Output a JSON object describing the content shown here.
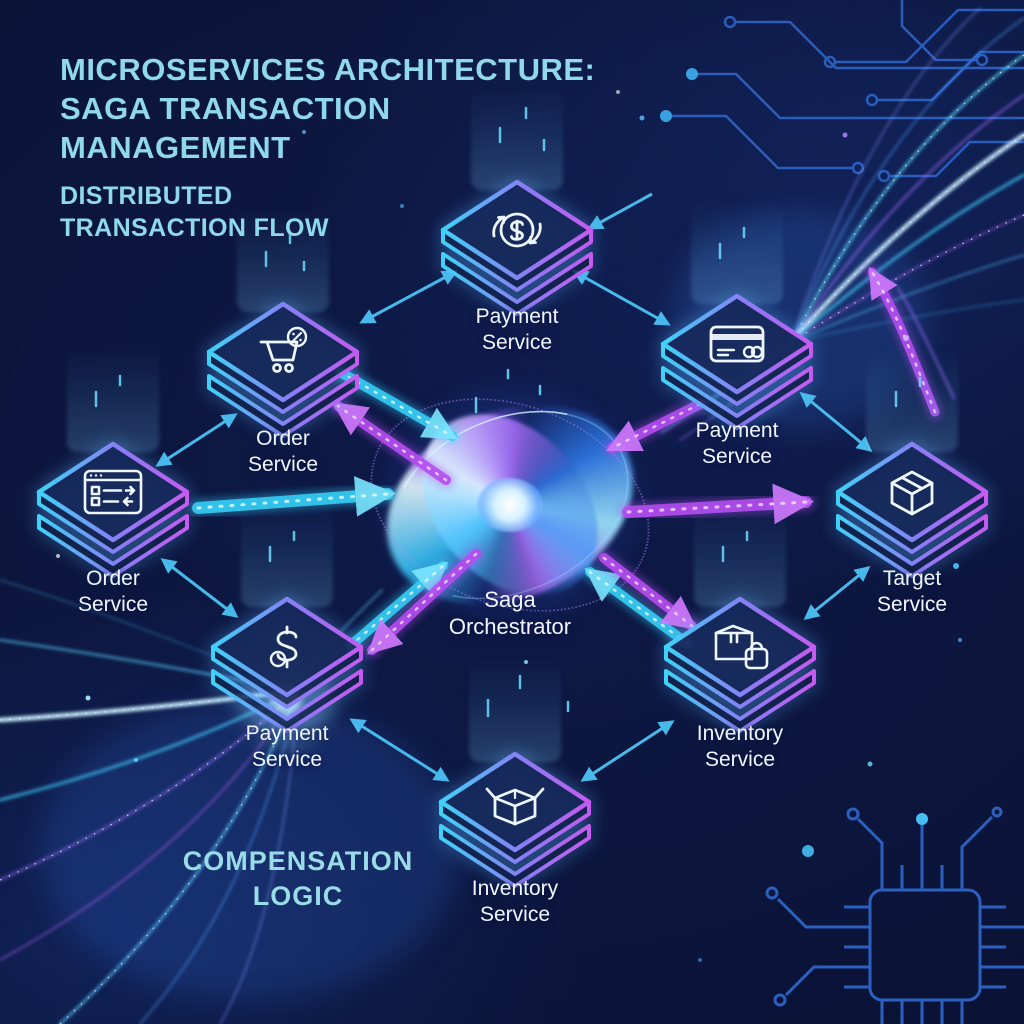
{
  "header": {
    "title_lines": [
      "MICROSERVICES ARCHITECTURE:",
      "SAGA TRANSACTION",
      "MANAGEMENT"
    ],
    "subtitle_lines": [
      "DISTRIBUTED",
      "TRANSACTION FLOW"
    ]
  },
  "center": {
    "id": "saga-orchestrator",
    "label": "Saga Orchestrator",
    "visual": "spiral-galaxy-vortex"
  },
  "nodes": [
    {
      "id": "payment-service-top",
      "label": "Payment Service",
      "icon": "currency-exchange-icon"
    },
    {
      "id": "order-service-upper-left",
      "label": "Order Service",
      "icon": "cart-discount-icon"
    },
    {
      "id": "payment-service-upper-right",
      "label": "Payment Service",
      "icon": "credit-card-icon"
    },
    {
      "id": "order-service-left",
      "label": "Order Service",
      "icon": "order-form-icon"
    },
    {
      "id": "target-service-right",
      "label": "Target Service",
      "icon": "package-box-icon"
    },
    {
      "id": "payment-service-lower-left",
      "label": "Payment Service",
      "icon": "dollar-coin-icon"
    },
    {
      "id": "inventory-service-lower-right",
      "label": "Inventory Service",
      "icon": "box-and-bag-icon"
    },
    {
      "id": "inventory-service-bottom",
      "label": "Inventory Service",
      "icon": "open-box-icon"
    }
  ],
  "annotations": {
    "compensation_lines": [
      "COMPENSATION",
      "LOGIC"
    ]
  },
  "connections": {
    "ring_style": "bidirectional-cyan-arrow",
    "ring_links": [
      [
        "payment-service-top",
        "payment-service-upper-right"
      ],
      [
        "payment-service-top",
        "order-service-upper-left"
      ],
      [
        "order-service-upper-left",
        "order-service-left"
      ],
      [
        "order-service-left",
        "payment-service-lower-left"
      ],
      [
        "payment-service-lower-left",
        "inventory-service-bottom"
      ],
      [
        "inventory-service-bottom",
        "inventory-service-lower-right"
      ],
      [
        "inventory-service-lower-right",
        "target-service-right"
      ],
      [
        "target-service-right",
        "payment-service-upper-right"
      ]
    ],
    "radial_flows": [
      {
        "from": "order-service-upper-left",
        "to": "saga-orchestrator",
        "color": "cyan"
      },
      {
        "from": "saga-orchestrator",
        "to": "order-service-upper-left",
        "color": "purple"
      },
      {
        "from": "payment-service-upper-right",
        "to": "saga-orchestrator",
        "color": "purple"
      },
      {
        "from": "order-service-left",
        "to": "saga-orchestrator",
        "color": "cyan"
      },
      {
        "from": "saga-orchestrator",
        "to": "target-service-right",
        "color": "purple"
      },
      {
        "from": "payment-service-lower-left",
        "to": "saga-orchestrator",
        "color": "cyan"
      },
      {
        "from": "saga-orchestrator",
        "to": "payment-service-lower-left",
        "color": "purple"
      },
      {
        "from": "inventory-service-lower-right",
        "to": "saga-orchestrator",
        "color": "cyan"
      },
      {
        "from": "saga-orchestrator",
        "to": "inventory-service-lower-right",
        "color": "purple"
      }
    ]
  },
  "colors": {
    "background": "#0b1438",
    "title_text": "#8fd9ea",
    "node_label_text": "#f2f7ff",
    "node_gradient_start": "#3fd2f7",
    "node_gradient_end": "#c55bf0",
    "ring_arrow": "#3fb5f2",
    "flow_cyan": "#35cdf5",
    "flow_purple": "#b44df0",
    "circuit_trace": "#2d64c8"
  }
}
